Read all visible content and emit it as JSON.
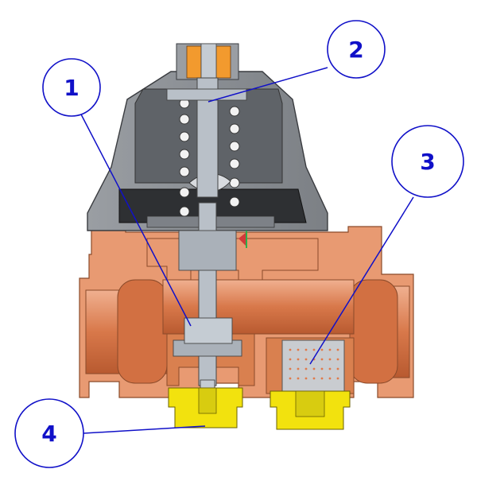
{
  "callouts": [
    {
      "label": "1"
    },
    {
      "label": "2"
    },
    {
      "label": "3"
    },
    {
      "label": "4"
    }
  ],
  "colors": {
    "background": "#ffffff",
    "body_copper": "#e89a72",
    "body_copper_dark": "#c86e46",
    "body_cavity": "#d97a4e",
    "bonnet_gray": "#8f9398",
    "bonnet_dark": "#5c6065",
    "diaphragm": "#2e3033",
    "stem": "#b9c0c8",
    "spring": "#f2f2f2",
    "nut_orange": "#f29a2e",
    "cap_yellow": "#f2e20e",
    "callout_blue": "#1010c8"
  }
}
